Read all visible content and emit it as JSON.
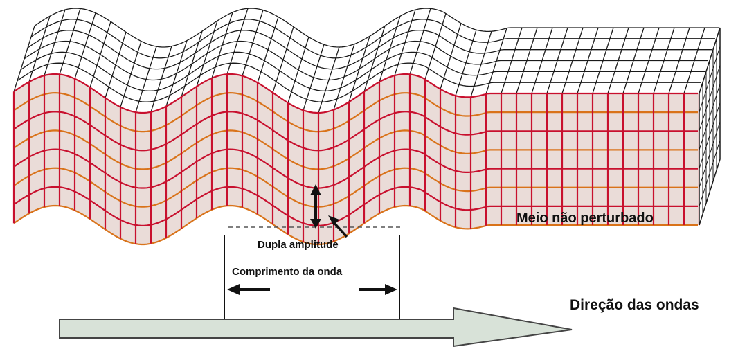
{
  "labels": {
    "undisturbed_medium": "Meio não perturbado",
    "double_amplitude": "Dupla amplitude",
    "wavelength": "Comprimento da onda",
    "wave_direction": "Direção das ondas"
  },
  "colors": {
    "grid_top": "#1a1a1a",
    "block_fill": "#eadcd8",
    "block_line": "#c8102e",
    "block_line_alt": "#d9731a",
    "side_fill": "#ffffff",
    "arrow_fill": "#d8e2d8",
    "arrow_stroke": "#444444"
  }
}
